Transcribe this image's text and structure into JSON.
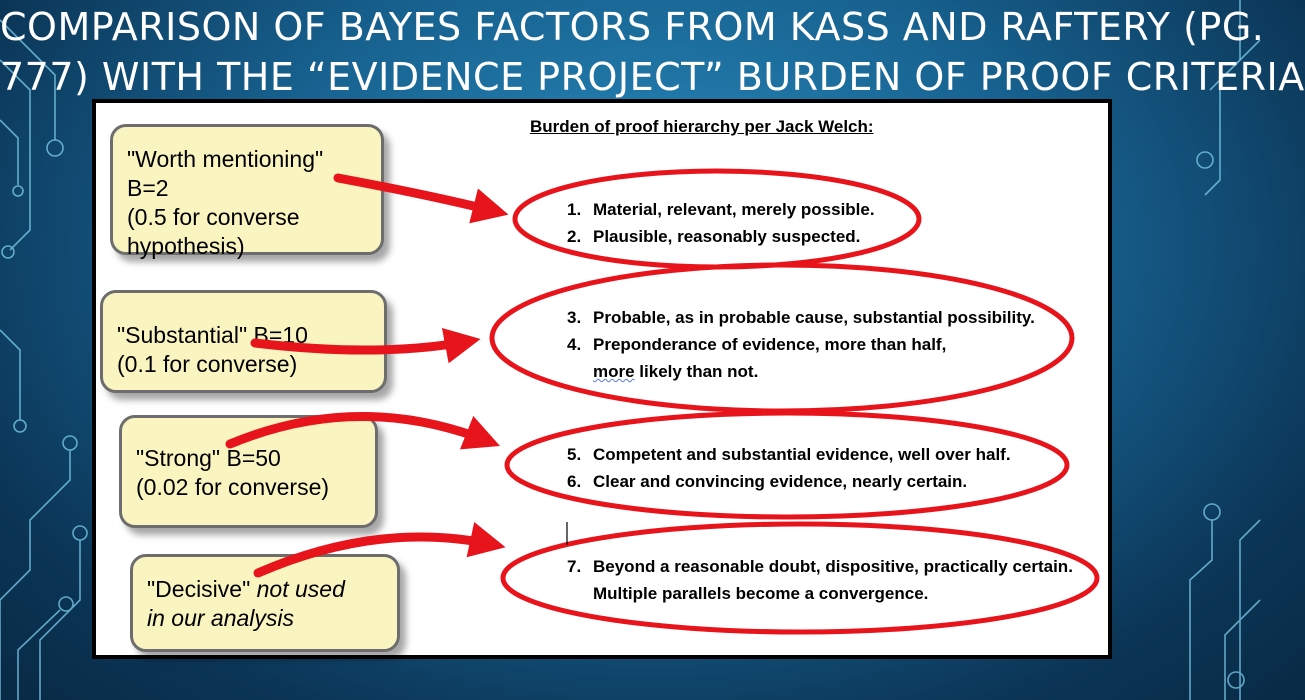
{
  "title": {
    "line1": "Comparison of Bayes factors from Kass and Raftery (pg.",
    "line2": "777) with the “Evidence Project” burden of proof criteria"
  },
  "panel": {
    "heading": "Burden of proof hierarchy per Jack Welch:"
  },
  "boxes": [
    {
      "lines": [
        "\"Worth mentioning\" B=2",
        "(0.5 for converse",
        "hypothesis)"
      ]
    },
    {
      "lines": [
        "\"Substantial\" B=10",
        "(0.1 for converse)"
      ]
    },
    {
      "lines": [
        "\"Strong\" B=50",
        "(0.02 for converse)"
      ]
    },
    {
      "prefix": "\"Decisive\" ",
      "italic": "not used",
      "line2": "in our analysis"
    }
  ],
  "criteria": {
    "group1": [
      {
        "num": "1.",
        "text": "Material, relevant, merely possible."
      },
      {
        "num": "2.",
        "text": "Plausible, reasonably suspected."
      }
    ],
    "group2": [
      {
        "num": "3.",
        "text": "Probable, as in probable cause, substantial possibility."
      },
      {
        "num": "4.",
        "text": "Preponderance of evidence, more than half,"
      },
      {
        "cont_word": "more",
        "cont_rest": " likely than not."
      }
    ],
    "group3": [
      {
        "num": "5.",
        "text": "Competent and substantial evidence, well over half."
      },
      {
        "num": "6.",
        "text": "Clear and convincing evidence, nearly certain."
      }
    ],
    "group4": [
      {
        "num": "7.",
        "text": "Beyond a reasonable doubt, dispositive, practically certain."
      },
      {
        "cont": "Multiple parallels become a convergence."
      }
    ]
  },
  "colors": {
    "annotation_red": "#e8141b",
    "box_fill": "#faf5c0",
    "background": "#17618f"
  }
}
